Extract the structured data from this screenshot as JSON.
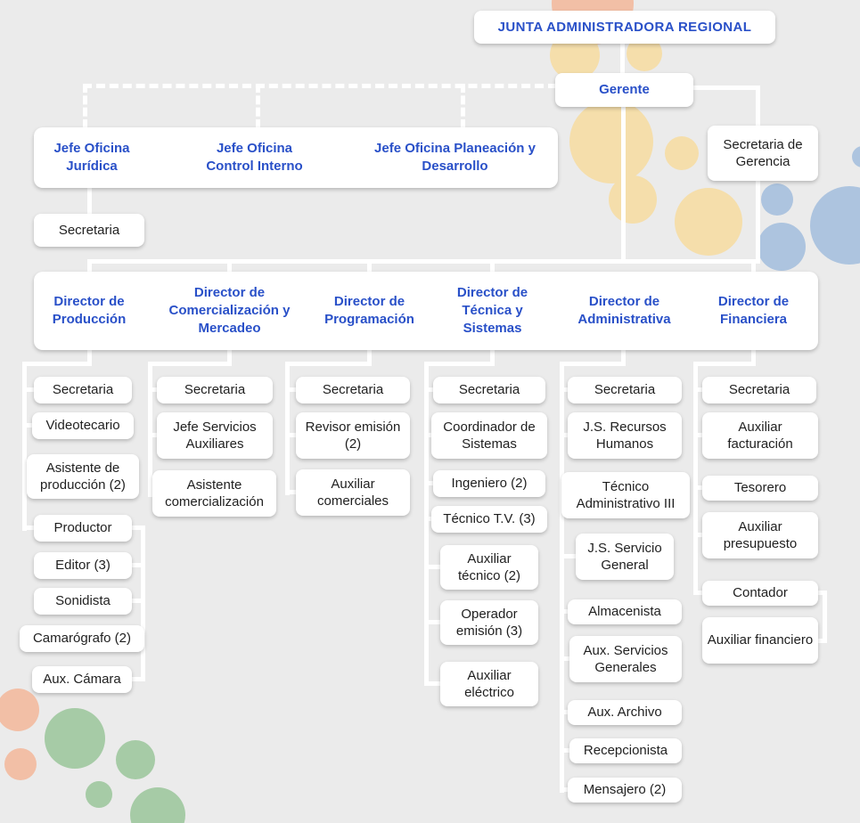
{
  "palette": {
    "background": "#ebebeb",
    "accent_blue_text": "#2950c8",
    "body_text": "#1f1f1f",
    "connector_line": "#ffffff",
    "circle_tan": "#f5deab",
    "circle_peach": "#f2bfa6",
    "circle_green": "#a6cba6",
    "circle_blue": "#adc4df"
  },
  "org": {
    "junta": "JUNTA ADMINISTRADORA REGIONAL",
    "gerente": "Gerente",
    "secretaria_gerencia": "Secretaria de Gerencia",
    "offices": [
      "Jefe Oficina Jurídica",
      "Jefe Oficina Control Interno",
      "Jefe Oficina Planeación y Desarrollo"
    ],
    "office_secretaria": "Secretaria",
    "columns": [
      {
        "director": "Director de Producción",
        "staff": [
          "Secretaria",
          "Videotecario",
          "Asistente de producción (2)",
          "Productor"
        ],
        "productor_team": [
          "Editor (3)",
          "Sonidista",
          "Camarógrafo (2)",
          "Aux. Cámara"
        ]
      },
      {
        "director": "Director de Comercialización y Mercadeo",
        "staff": [
          "Secretaria",
          "Jefe Servicios Auxiliares",
          "Asistente comercialización"
        ]
      },
      {
        "director": "Director de Programación",
        "staff": [
          "Secretaria",
          "Revisor emisión (2)",
          "Auxiliar comerciales"
        ]
      },
      {
        "director": "Director de Técnica y Sistemas",
        "staff": [
          "Secretaria",
          "Coordinador de Sistemas",
          "Ingeniero (2)",
          "Técnico T.V. (3)",
          "Auxiliar técnico (2)",
          "Operador emisión (3)",
          "Auxiliar eléctrico"
        ]
      },
      {
        "director": "Director de Administrativa",
        "staff": [
          "Secretaria",
          "J.S. Recursos Humanos",
          "Técnico Administrativo III",
          "J.S. Servicio General",
          "Almacenista",
          "Aux. Servicios Generales",
          "Aux. Archivo",
          "Recepcionista",
          "Mensajero (2)"
        ]
      },
      {
        "director": "Director de Financiera",
        "staff": [
          "Secretaria",
          "Auxiliar facturación",
          "Tesorero",
          "Auxiliar presupuesto",
          "Contador"
        ],
        "contador_team": [
          "Auxiliar financiero"
        ]
      }
    ]
  }
}
